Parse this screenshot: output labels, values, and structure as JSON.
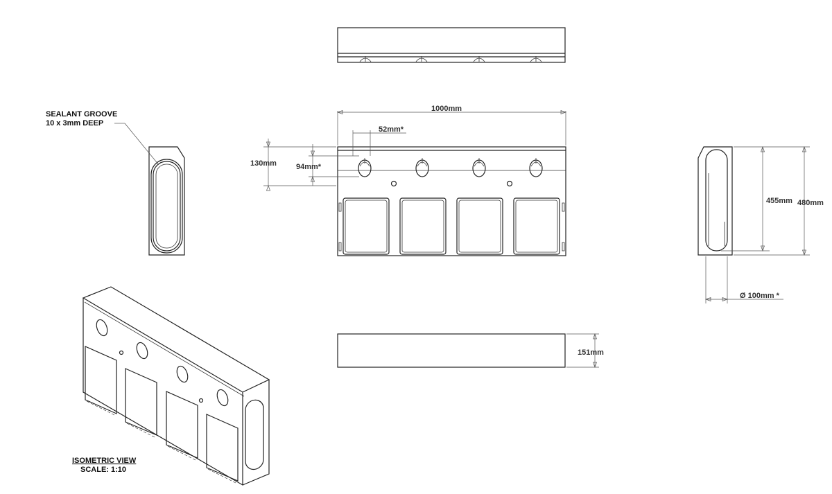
{
  "annotations": {
    "sealant_line1": "SEALANT GROOVE",
    "sealant_line2": "10 x 3mm DEEP"
  },
  "dimensions": {
    "width": "1000mm",
    "hole_offset": "52mm*",
    "top_band": "130mm",
    "hole_height": "94mm*",
    "inner_height": "455mm",
    "outer_height": "480mm",
    "diameter": "Ø 100mm *",
    "depth": "151mm"
  },
  "isometric": {
    "title": "ISOMETRIC VIEW",
    "scale": "SCALE: 1:10"
  }
}
